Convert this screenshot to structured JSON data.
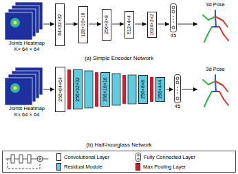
{
  "diagram": {
    "nodes": [
      {
        "text": [
          "Joints Heatmap",
          "K× 64 × 64"
        ]
      },
      {
        "text": [
          "64×32×32"
        ]
      },
      {
        "text": [
          "128×16×16"
        ]
      },
      {
        "text": [
          "256×8×8"
        ]
      },
      {
        "text": [
          "512×4×4"
        ]
      },
      {
        "text": [
          "1024×2×2"
        ]
      },
      {
        "text": [
          "45"
        ]
      },
      {
        "text": [
          "3d Pose"
        ]
      },
      {
        "text": [
          "Joints Heatmap",
          "K× 64 × 64"
        ]
      },
      {
        "text": [
          "256×64×64"
        ]
      },
      {
        "text": [
          "256×32×32"
        ]
      },
      {
        "text": [
          "256×16×16"
        ]
      },
      {
        "text": [
          "256×8×8"
        ]
      },
      {
        "text": [
          "256×4×4"
        ]
      },
      {
        "text": [
          "45"
        ]
      },
      {
        "text": [
          "3d Pose"
        ]
      }
    ],
    "edges": [
      {
        "from": 0,
        "to": 1,
        "arrow": "to"
      },
      {
        "from": 1,
        "to": 2,
        "arrow": "to"
      },
      {
        "from": 2,
        "to": 3,
        "arrow": "to"
      },
      {
        "from": 3,
        "to": 4,
        "arrow": "to"
      },
      {
        "from": 4,
        "to": 5,
        "arrow": "to"
      },
      {
        "from": 5,
        "to": 6,
        "arrow": "to"
      },
      {
        "from": 6,
        "to": 7,
        "arrow": "to"
      },
      {
        "from": 8,
        "to": 9,
        "arrow": "to"
      },
      {
        "from": 13,
        "to": 14,
        "arrow": "to"
      },
      {
        "from": 14,
        "to": 15,
        "arrow": "to"
      }
    ],
    "labels": [
      "(a) Simple Encoder Network",
      "(b) Half-hourglass Network"
    ],
    "legend": [
      {
        "text": "Convolutional Layer",
        "color": "#ffffff"
      },
      {
        "text": "Fully Connected Layer"
      },
      {
        "text": "Residual Module",
        "color": "#5ecbe0"
      },
      {
        "text": "Max Pooling Layer",
        "color": "#cc1d2c"
      }
    ]
  }
}
